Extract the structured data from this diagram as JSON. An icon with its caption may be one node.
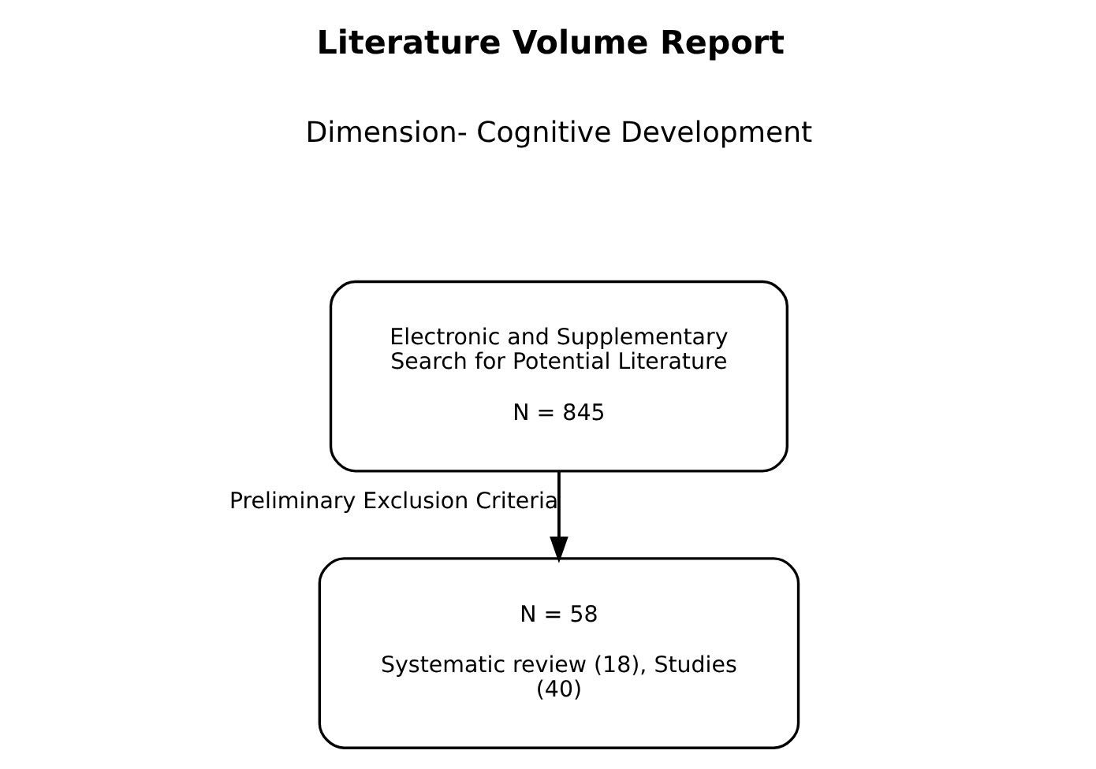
{
  "diagram": {
    "title": "Literature Volume Report",
    "nodes": [
      {
        "text": [
          "Electronic and Supplementary Search for Potential Literature",
          "N = 845"
        ]
      },
      {
        "text": [
          "N = 58",
          "Systematic review (18), Studies (40)"
        ]
      }
    ],
    "edges": [
      {
        "from": 0,
        "to": 1,
        "arrow": "to",
        "label": "Preliminary Exclusion Criteria"
      }
    ],
    "labels": [
      "Dimension- Cognitive Development"
    ]
  }
}
